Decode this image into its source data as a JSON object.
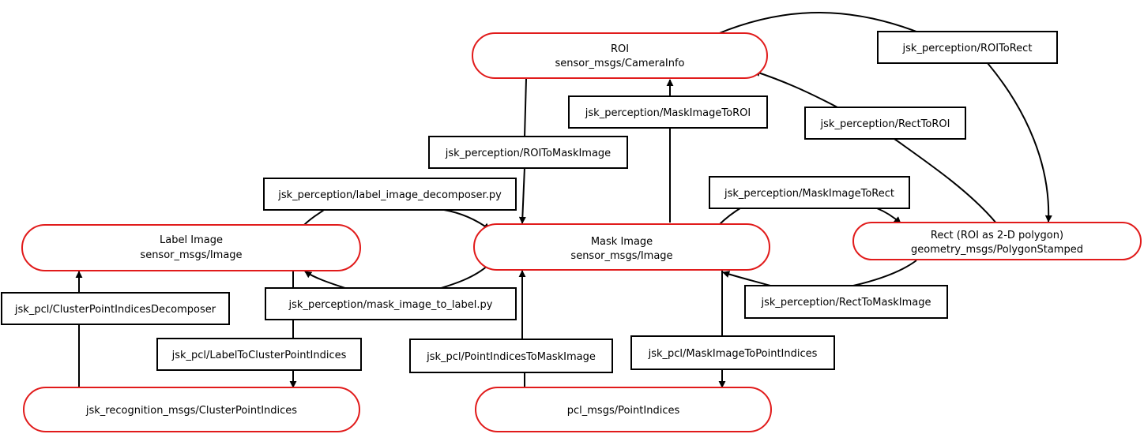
{
  "topics": {
    "roi": {
      "title": "ROI",
      "subtitle": "sensor_msgs/CameraInfo"
    },
    "label_image": {
      "title": "Label Image",
      "subtitle": "sensor_msgs/Image"
    },
    "mask_image": {
      "title": "Mask Image",
      "subtitle": "sensor_msgs/Image"
    },
    "rect": {
      "title": "Rect (ROI as 2-D polygon)",
      "subtitle": "geometry_msgs/PolygonStamped"
    },
    "cluster_point_indices": {
      "title": "jsk_recognition_msgs/ClusterPointIndices"
    },
    "point_indices": {
      "title": "pcl_msgs/PointIndices"
    }
  },
  "nodes": {
    "roi_to_rect": "jsk_perception/ROIToRect",
    "mask_image_to_roi": "jsk_perception/MaskImageToROI",
    "rect_to_roi": "jsk_perception/RectToROI",
    "roi_to_mask_image": "jsk_perception/ROIToMaskImage",
    "label_image_decomposer": "jsk_perception/label_image_decomposer.py",
    "mask_image_to_rect": "jsk_perception/MaskImageToRect",
    "cluster_point_indices_decomposer": "jsk_pcl/ClusterPointIndicesDecomposer",
    "mask_image_to_label": "jsk_perception/mask_image_to_label.py",
    "rect_to_mask_image": "jsk_perception/RectToMaskImage",
    "label_to_cluster_point_indices": "jsk_pcl/LabelToClusterPointIndices",
    "point_indices_to_mask_image": "jsk_pcl/PointIndicesToMaskImage",
    "mask_image_to_point_indices": "jsk_pcl/MaskImageToPointIndices"
  },
  "colors": {
    "topic_border": "#e11b1b",
    "node_border": "#000000",
    "edge": "#000000"
  }
}
